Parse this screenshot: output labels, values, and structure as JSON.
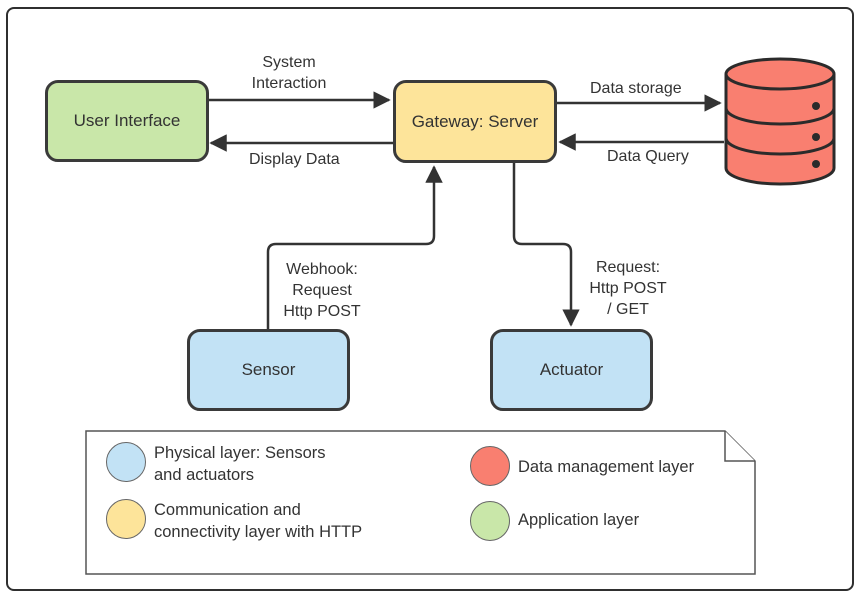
{
  "nodes": {
    "user_interface": {
      "label": "User Interface",
      "color": "#c9e7a9"
    },
    "gateway": {
      "label": "Gateway: Server",
      "color": "#fde49a"
    },
    "sensor": {
      "label": "Sensor",
      "color": "#c2e2f5"
    },
    "actuator": {
      "label": "Actuator",
      "color": "#c2e2f5"
    },
    "database": {
      "icon": "database-icon",
      "color": "#f97f70"
    }
  },
  "edges": {
    "system_interaction": "System\nInteraction",
    "display_data": "Display Data",
    "data_storage": "Data storage",
    "data_query": "Data Query",
    "webhook": "Webhook:\nRequest\nHttp POST",
    "request": "Request:\nHttp POST\n/ GET"
  },
  "legend": {
    "items": [
      {
        "text": "Physical layer: Sensors\nand actuators",
        "color": "#c2e2f5"
      },
      {
        "text": "Communication and\nconnectivity layer with HTTP",
        "color": "#fde49a"
      },
      {
        "text": "Data management layer",
        "color": "#f97f70"
      },
      {
        "text": "Application layer",
        "color": "#c9e7a9"
      }
    ]
  }
}
